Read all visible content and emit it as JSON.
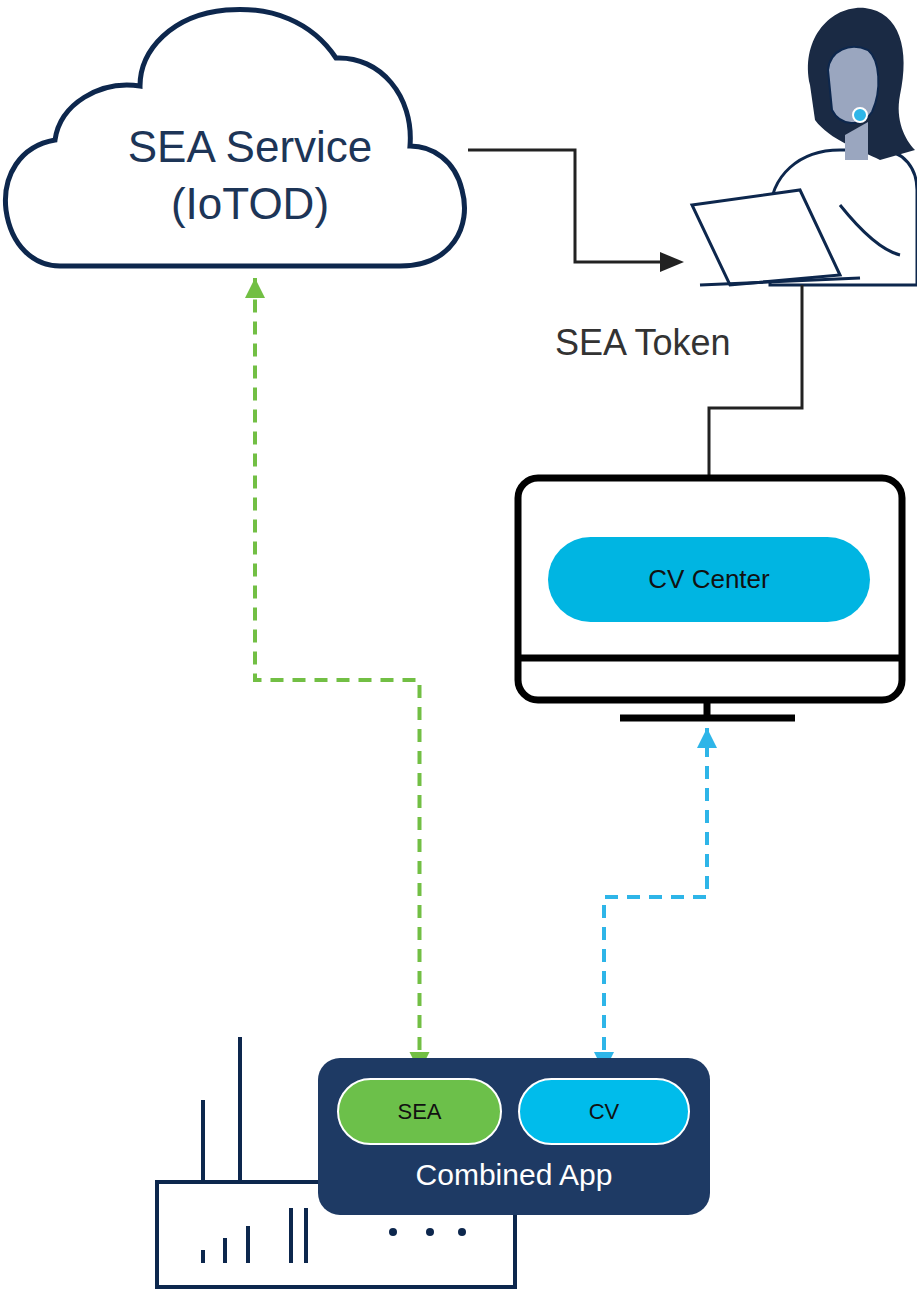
{
  "diagram": {
    "nodes": [
      {
        "text": [
          "SEA Service (IoTOD)"
        ]
      },
      {
        "text": [
          "CV Center"
        ]
      },
      {
        "text": [
          "Combined App"
        ]
      },
      {
        "text": [
          "SEA"
        ],
        "in": 2
      },
      {
        "text": [
          "CV"
        ],
        "in": 2
      }
    ],
    "edges": [
      {
        "from": 3,
        "to": 0,
        "arrow": "both"
      },
      {
        "from": 4,
        "to": 1,
        "arrow": "both"
      }
    ],
    "labels": [
      "SEA Token"
    ]
  }
}
